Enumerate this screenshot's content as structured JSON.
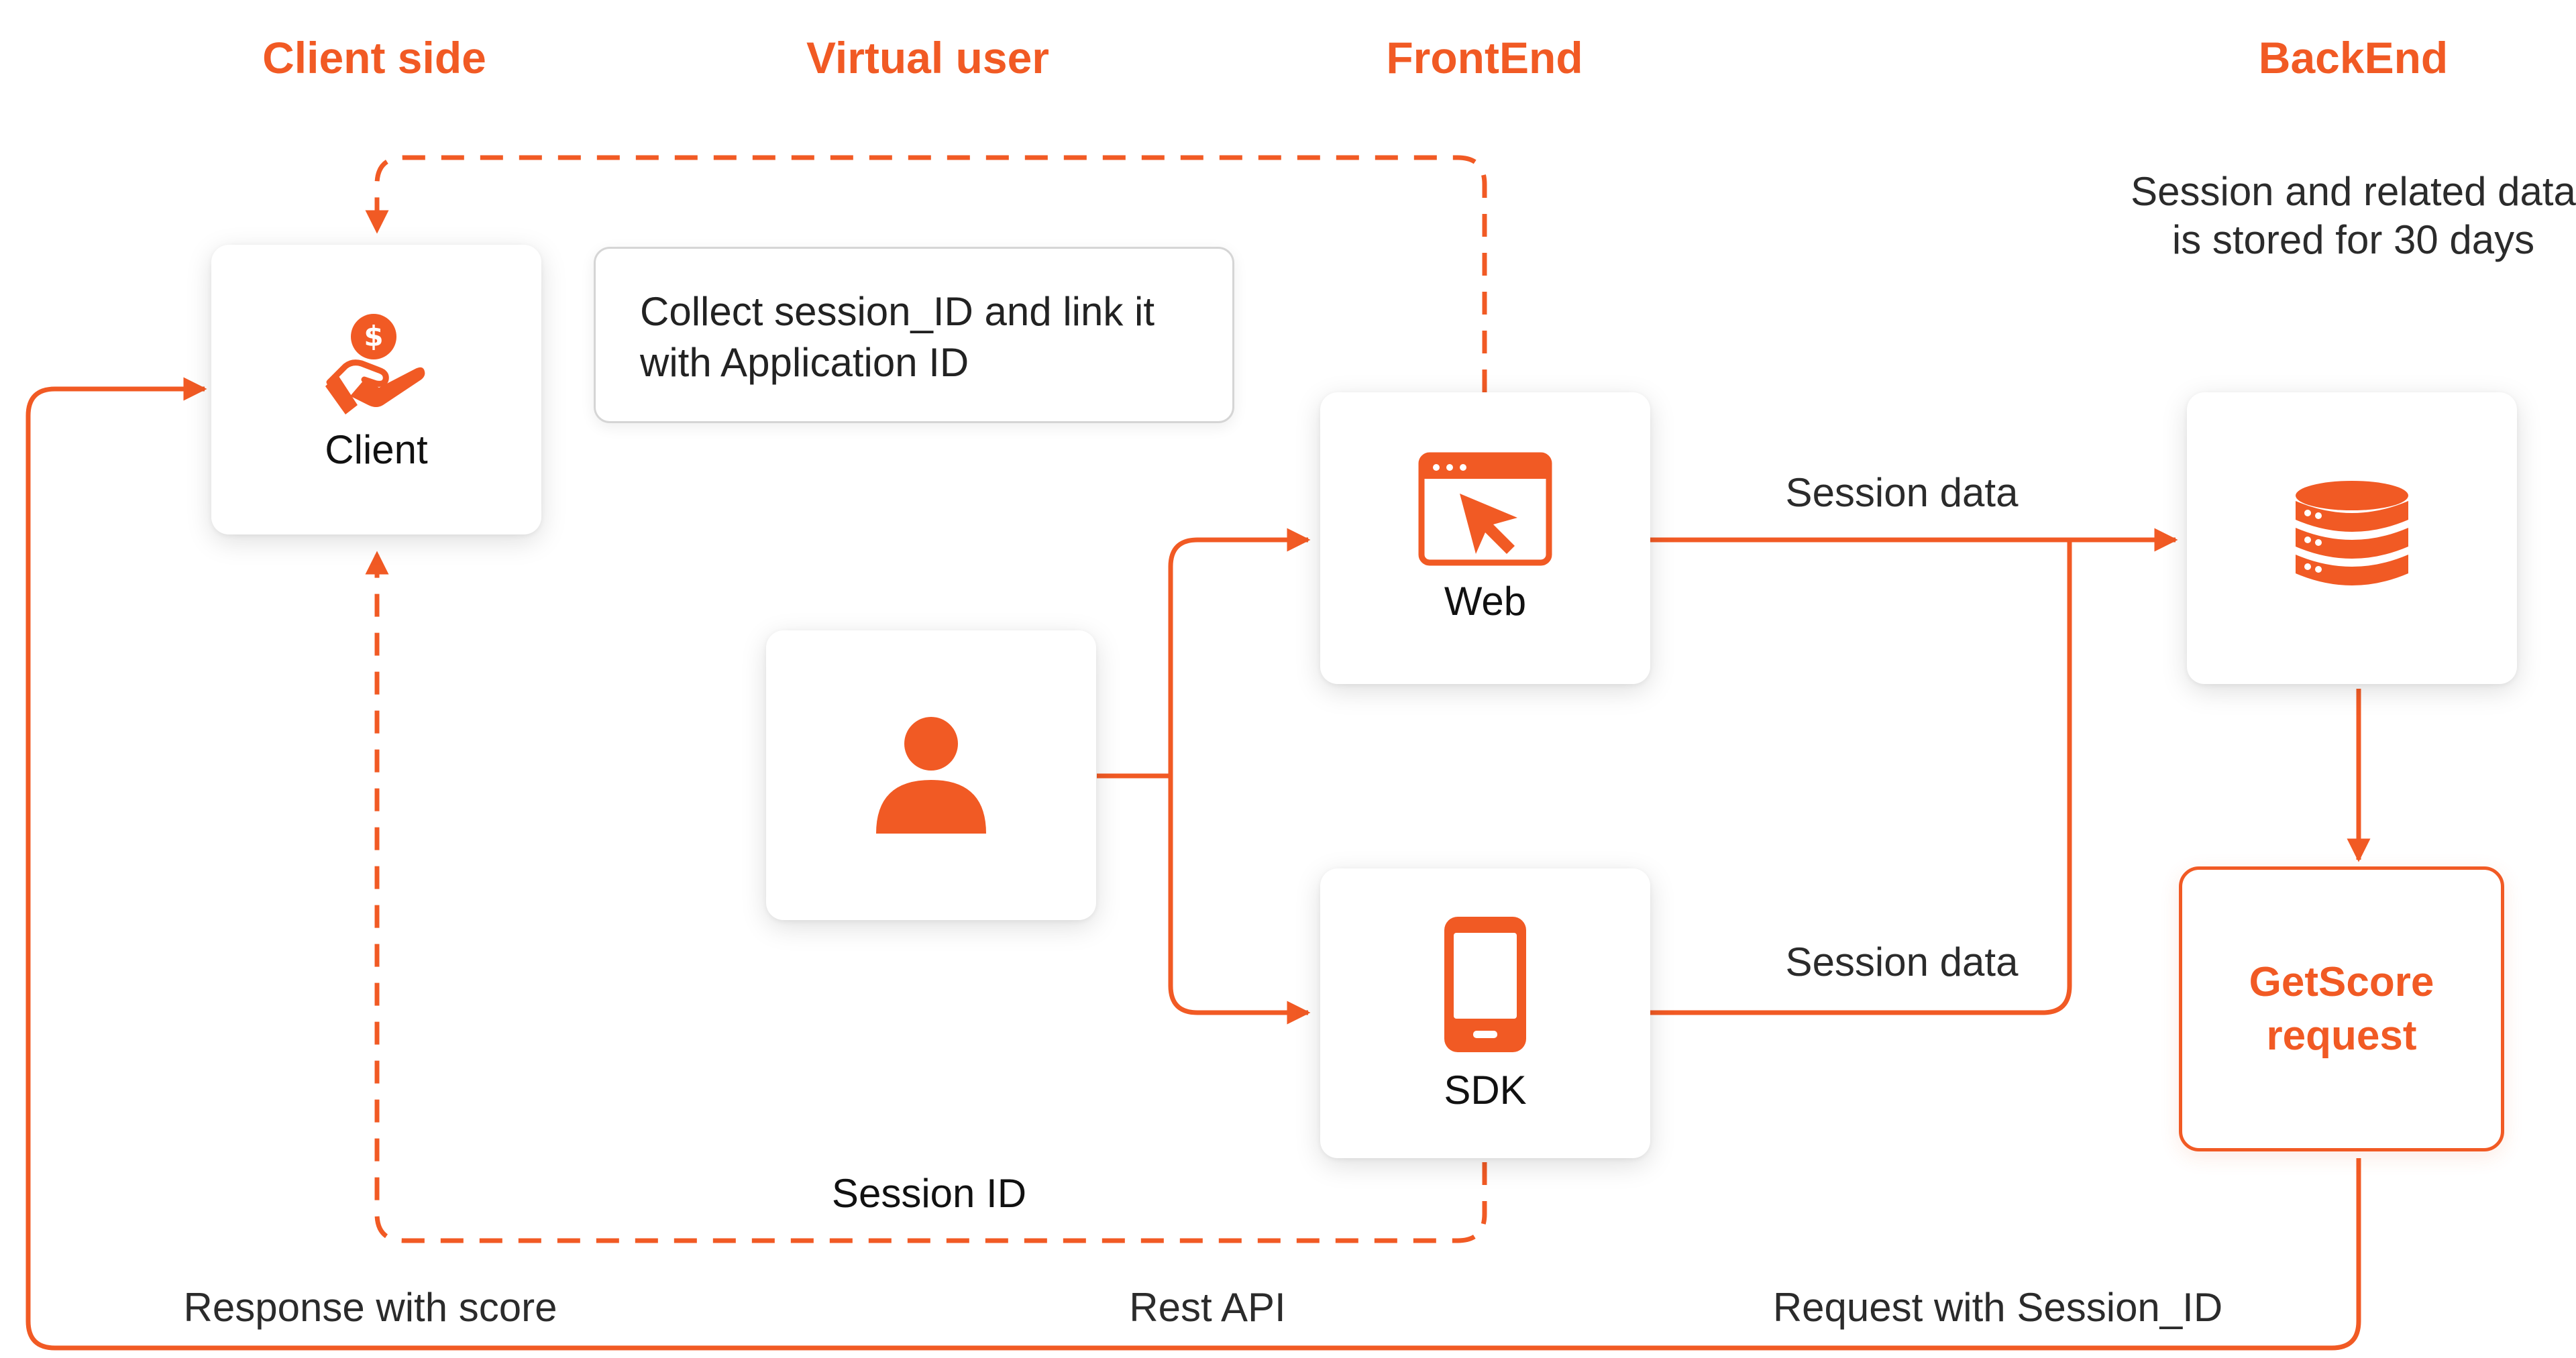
{
  "columns": {
    "client_side": "Client side",
    "virtual_user": "Virtual user",
    "frontend": "FrontEnd",
    "backend": "BackEnd"
  },
  "nodes": {
    "client": {
      "label": "Client",
      "icon": "hand-coin-icon"
    },
    "user": {
      "icon": "user-icon"
    },
    "web": {
      "label": "Web",
      "icon": "browser-cursor-icon"
    },
    "sdk": {
      "label": "SDK",
      "icon": "mobile-phone-icon"
    },
    "database": {
      "icon": "database-icon"
    },
    "getscore": {
      "line1": "GetScore",
      "line2": "request"
    }
  },
  "note": {
    "line1": "Collect session_ID and link it",
    "line2": "with Application ID"
  },
  "backend_note": {
    "line1": "Session and related data",
    "line2": "is stored for 30 days"
  },
  "edges": {
    "web_session_data": "Session data",
    "sdk_session_data": "Session data",
    "session_id": "Session ID",
    "response_with_score": "Response with score",
    "rest_api": "Rest API",
    "request_with_session_id": "Request with Session_ID"
  },
  "colors": {
    "accent": "#F15A24",
    "text": "#222222",
    "card_bg": "#FFFFFF"
  }
}
